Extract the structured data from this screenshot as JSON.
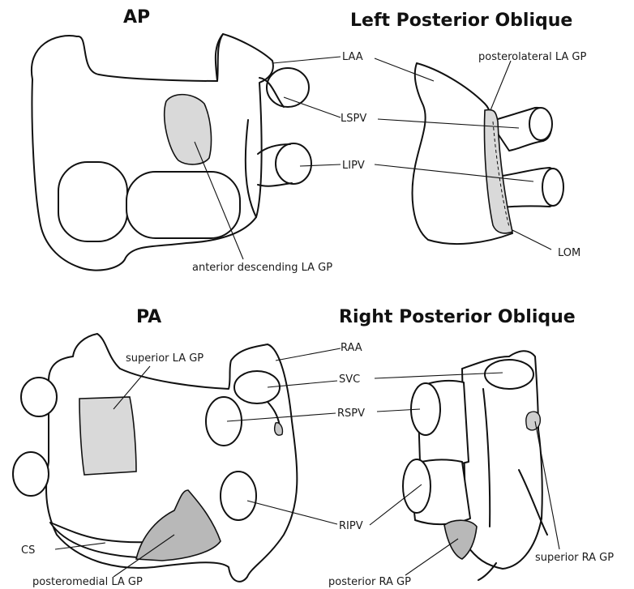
{
  "titles": {
    "ap": "AP",
    "lpo": "Left Posterior Oblique",
    "pa": "PA",
    "rpo": "Right Posterior Oblique"
  },
  "labels": {
    "laa": "LAA",
    "lspv": "LSPV",
    "lipv": "LIPV",
    "posterolateral": "posterolateral LA GP",
    "lom": "LOM",
    "anterior_descending": "anterior descending LA GP",
    "superior_la": "superior LA GP",
    "raa": "RAA",
    "svc": "SVC",
    "rspv": "RSPV",
    "ripv": "RIPV",
    "cs": "CS",
    "posteromedial": "posteromedial LA GP",
    "posterior_ra": "posterior RA GP",
    "superior_ra": "superior RA GP"
  },
  "colors": {
    "ink": "#111111",
    "ganglionated_plexus_fill": "#d9d9d9",
    "posteromedial_fill": "#b8b8b8",
    "background": "#ffffff"
  }
}
